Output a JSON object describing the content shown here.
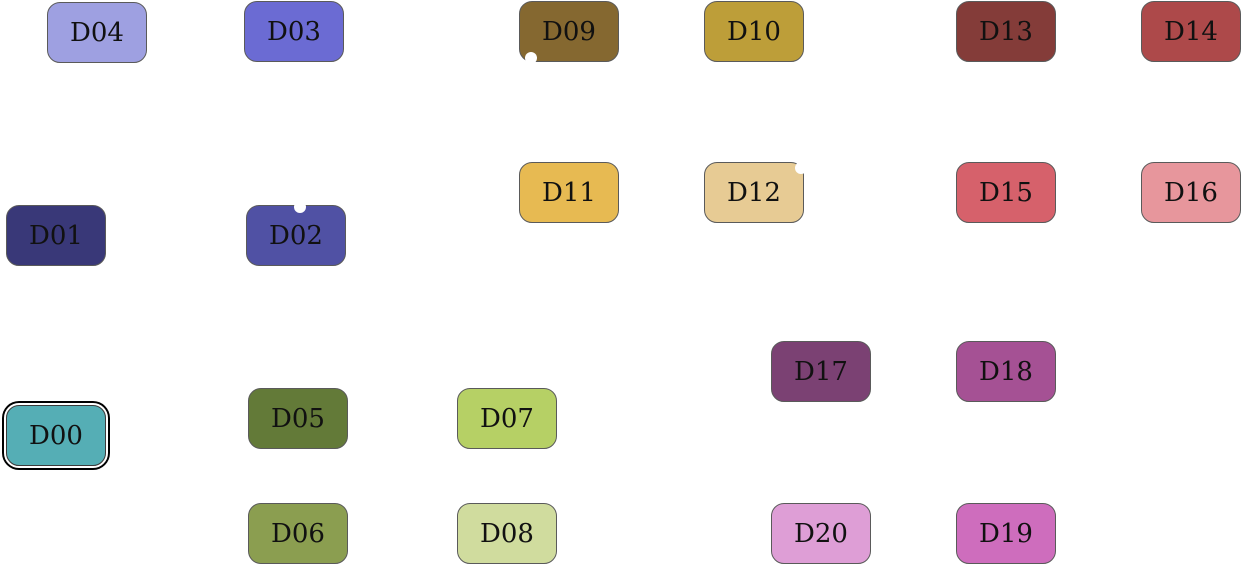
{
  "nodes": [
    {
      "id": "D00",
      "label": "D00",
      "color": "#55aeb5",
      "selected": true
    },
    {
      "id": "D01",
      "label": "D01",
      "color": "#393878"
    },
    {
      "id": "D02",
      "label": "D02",
      "color": "#5051a4"
    },
    {
      "id": "D03",
      "label": "D03",
      "color": "#6b6bd3"
    },
    {
      "id": "D04",
      "label": "D04",
      "color": "#9ea0e1"
    },
    {
      "id": "D05",
      "label": "D05",
      "color": "#637a38"
    },
    {
      "id": "D06",
      "label": "D06",
      "color": "#8b9e50"
    },
    {
      "id": "D07",
      "label": "D07",
      "color": "#b6d065"
    },
    {
      "id": "D08",
      "label": "D08",
      "color": "#d0dc9e"
    },
    {
      "id": "D09",
      "label": "D09",
      "color": "#856830"
    },
    {
      "id": "D10",
      "label": "D10",
      "color": "#bd9e39"
    },
    {
      "id": "D11",
      "label": "D11",
      "color": "#e7ba52"
    },
    {
      "id": "D12",
      "label": "D12",
      "color": "#e7cb94"
    },
    {
      "id": "D13",
      "label": "D13",
      "color": "#843c39"
    },
    {
      "id": "D14",
      "label": "D14",
      "color": "#ad494a"
    },
    {
      "id": "D15",
      "label": "D15",
      "color": "#d6616b"
    },
    {
      "id": "D16",
      "label": "D16",
      "color": "#e7969c"
    },
    {
      "id": "D17",
      "label": "D17",
      "color": "#7b4173"
    },
    {
      "id": "D18",
      "label": "D18",
      "color": "#a55194"
    },
    {
      "id": "D19",
      "label": "D19",
      "color": "#ce6dbd"
    },
    {
      "id": "D20",
      "label": "D20",
      "color": "#de9ed6"
    }
  ]
}
